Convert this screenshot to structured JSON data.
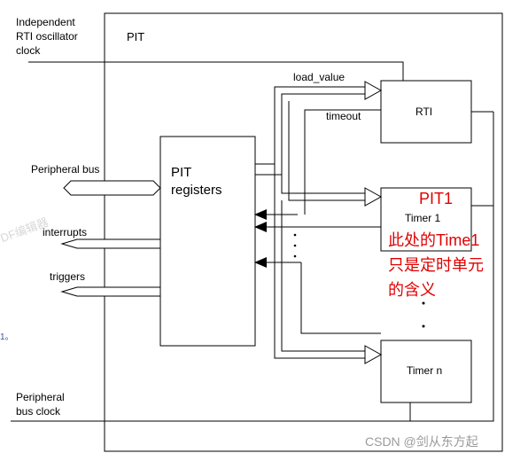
{
  "labels": {
    "oscillator": [
      "Independent",
      "RTI oscillator",
      "clock"
    ],
    "pit": "PIT",
    "load_value": "load_value",
    "timeout": "timeout",
    "rti": "RTI",
    "pit_registers": [
      "PIT",
      "registers"
    ],
    "peripheral_bus": "Peripheral bus",
    "interrupts": "interrupts",
    "triggers": "triggers",
    "timer1": "Timer 1",
    "timer_n": "Timer n",
    "bus_clock": [
      "Peripheral",
      "bus clock"
    ],
    "vertical_dots": ":",
    "stray_text": "1。"
  },
  "annotation": {
    "lines": [
      "PIT1",
      "此处的Time1",
      "只是定时单元",
      "的含义"
    ],
    "color": "#e00000"
  },
  "watermarks": {
    "bottom": "CSDN @剑从东方起",
    "left": "DF编辑器"
  },
  "colors": {
    "line": "#000000",
    "text": "#000000"
  }
}
